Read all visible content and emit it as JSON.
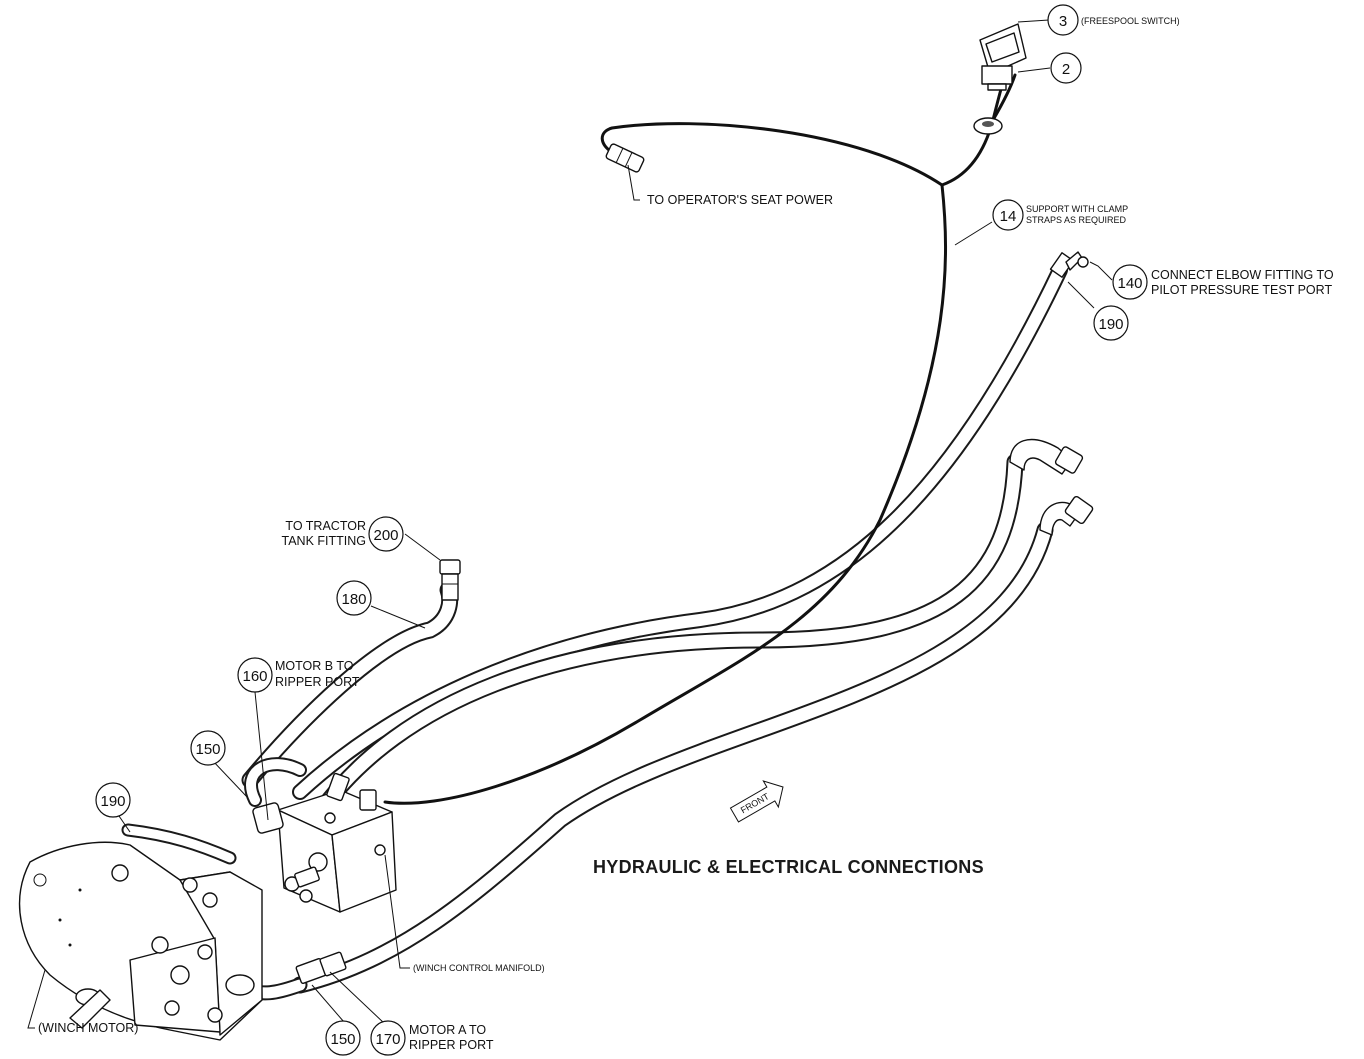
{
  "title": "HYDRAULIC & ELECTRICAL CONNECTIONS",
  "front_label": "FRONT",
  "callouts": {
    "c3": {
      "number": "3",
      "note": "(FREESPOOL SWITCH)"
    },
    "c2": {
      "number": "2"
    },
    "c14": {
      "number": "14",
      "note_line1": "SUPPORT WITH CLAMP",
      "note_line2": "STRAPS AS REQUIRED"
    },
    "c140": {
      "number": "140",
      "note_line1": "CONNECT ELBOW FITTING TO",
      "note_line2": "PILOT PRESSURE TEST PORT"
    },
    "c190_top": {
      "number": "190"
    },
    "c200": {
      "number": "200",
      "note_line1": "TO TRACTOR",
      "note_line2": "TANK FITTING"
    },
    "c180": {
      "number": "180"
    },
    "c160": {
      "number": "160",
      "note_line1": "MOTOR B TO",
      "note_line2": "RIPPER PORT"
    },
    "c150_top": {
      "number": "150"
    },
    "c190_left": {
      "number": "190"
    },
    "c150_bottom": {
      "number": "150"
    },
    "c170": {
      "number": "170",
      "note_line1": "MOTOR A TO",
      "note_line2": "RIPPER PORT"
    }
  },
  "notes": {
    "seat_power": "TO OPERATOR'S SEAT POWER",
    "manifold": "(WINCH CONTROL MANIFOLD)",
    "winch_motor": "(WINCH MOTOR)"
  }
}
